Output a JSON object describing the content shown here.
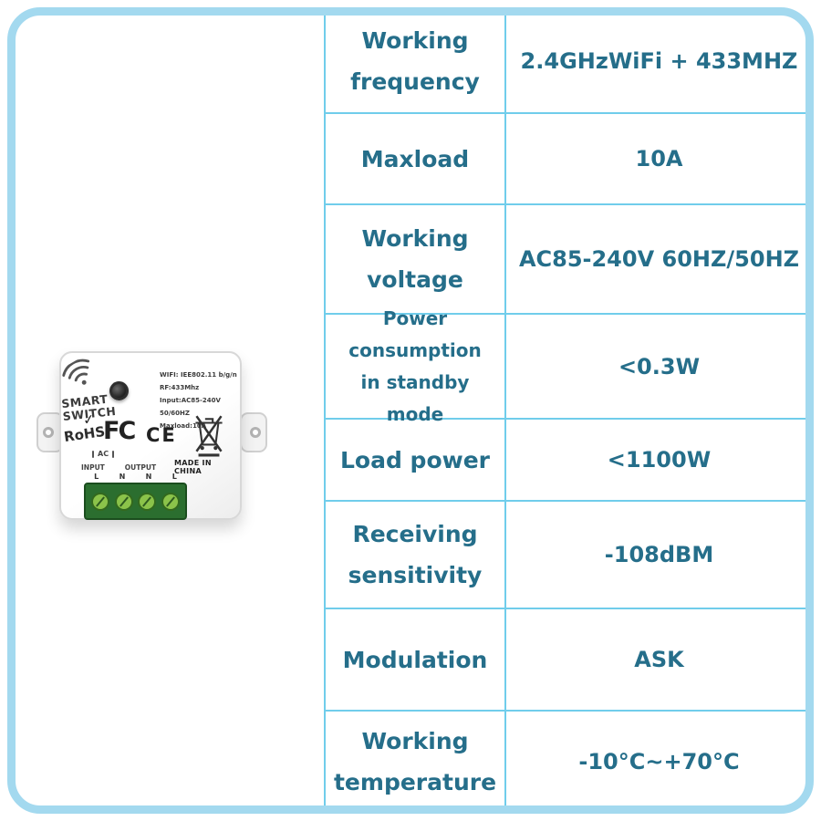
{
  "colors": {
    "frame_border": "#a3d9ef",
    "table_border": "#70cdeb",
    "table_text": "#256e8a",
    "terminal_body": "#2b6e2f",
    "terminal_screw": "#8bc34a"
  },
  "table": {
    "rows": [
      {
        "label": "Working frequency",
        "value": "2.4GHzWiFi + 433MHZ"
      },
      {
        "label": "Maxload",
        "value": "10A"
      },
      {
        "label": "Working voltage",
        "value": "AC85-240V 60HZ/50HZ"
      },
      {
        "label": "Power consumption in standby mode",
        "value": "<0.3W"
      },
      {
        "label": "Load power",
        "value": "<1100W"
      },
      {
        "label": "Receiving sensitivity",
        "value": "-108dBM"
      },
      {
        "label": "Modulation",
        "value": "ASK"
      },
      {
        "label": "Working temperature",
        "value": "-10°C~+70°C"
      }
    ]
  },
  "device": {
    "brand_line1": "SMART",
    "brand_line2": "SWITCH",
    "spec_lines": [
      "WIFI: IEE802.11 b/g/n",
      "RF:433Mhz",
      "Input:AC85-240V 50/60HZ",
      "Maxload:10A"
    ],
    "check": "✓",
    "rohs": "RoHS",
    "fcc": "FC",
    "ce": "CE",
    "made_in": "MADE IN CHINA",
    "ac": "AC",
    "input": "INPUT",
    "output": "OUTPUT",
    "terminal_letters": [
      "L",
      "N",
      "N",
      "L"
    ]
  }
}
